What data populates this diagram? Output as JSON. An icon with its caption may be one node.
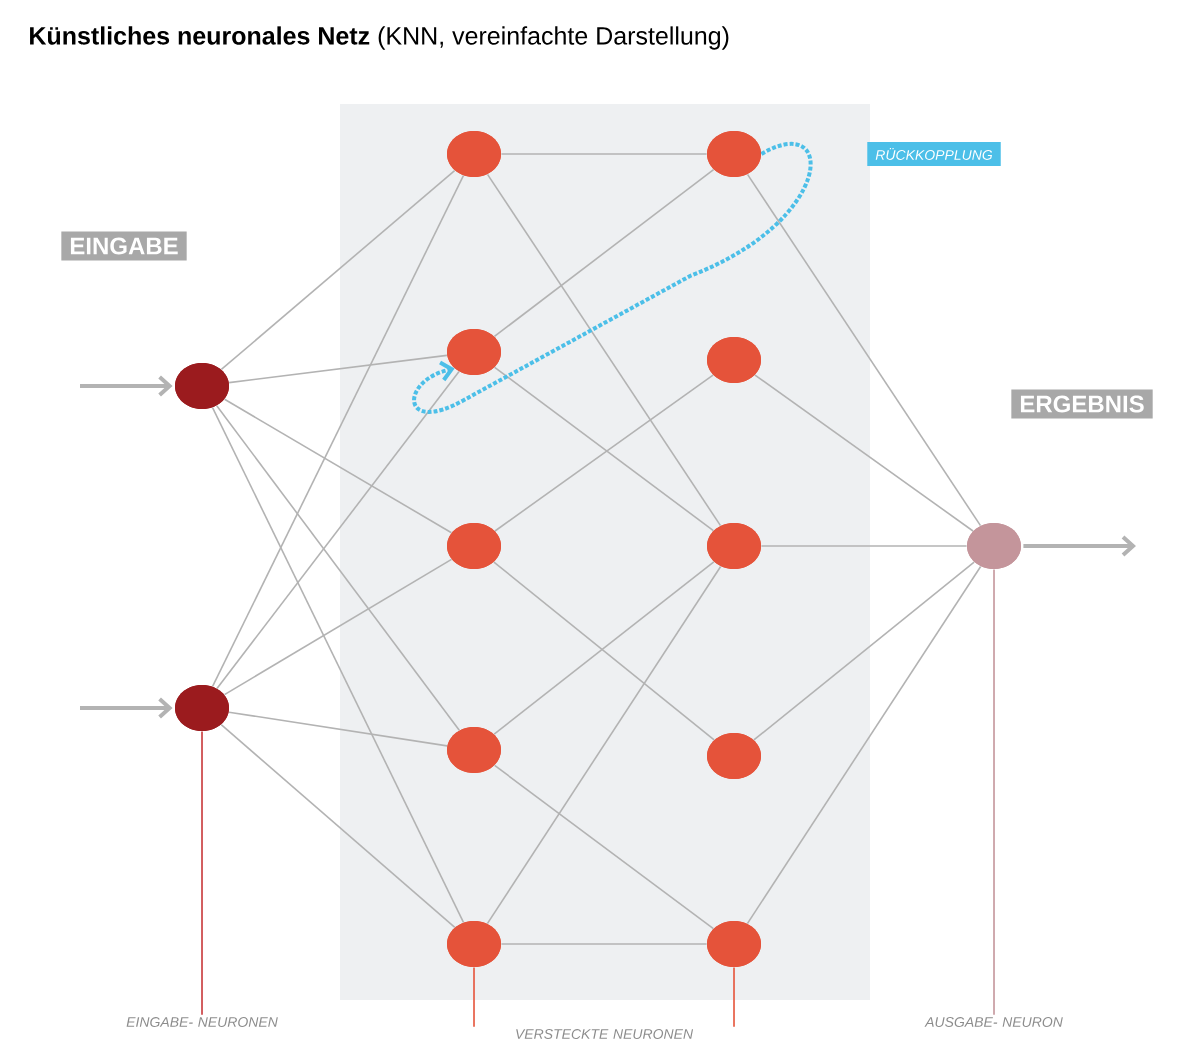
{
  "diagram": {
    "title": "**Künstliches neuronales Netz** (KNN, vereinfachte Darstellung)",
    "nodes": [
      {
        "text": [],
        "shape": "box"
      },
      {
        "text": [],
        "shape": "circle"
      },
      {
        "text": [],
        "shape": "circle"
      },
      {
        "text": [],
        "shape": "circle",
        "in": 0
      },
      {
        "text": [],
        "shape": "circle",
        "in": 0
      },
      {
        "text": [],
        "shape": "circle",
        "in": 0
      },
      {
        "text": [],
        "shape": "circle",
        "in": 0
      },
      {
        "text": [],
        "shape": "circle",
        "in": 0
      },
      {
        "text": [],
        "shape": "circle",
        "in": 0
      },
      {
        "text": [],
        "shape": "circle",
        "in": 0
      },
      {
        "text": [],
        "shape": "circle",
        "in": 0
      },
      {
        "text": [],
        "shape": "circle",
        "in": 0
      },
      {
        "text": [],
        "shape": "circle",
        "in": 0
      },
      {
        "text": [],
        "shape": "circle"
      },
      {
        "text": [
          "EINGABE- NEURONEN"
        ]
      },
      {
        "text": [
          "VERSTECKTE NEURONEN"
        ]
      },
      {
        "text": [
          "AUSGABE- NEURON"
        ]
      }
    ],
    "edges": [
      {
        "from": null,
        "to": 1,
        "arrow": "to"
      },
      {
        "from": null,
        "to": 2,
        "arrow": "to"
      },
      {
        "from": 1,
        "to": 3,
        "arrow": "none"
      },
      {
        "from": 1,
        "to": 4,
        "arrow": "none"
      },
      {
        "from": 1,
        "to": 5,
        "arrow": "none"
      },
      {
        "from": 1,
        "to": 6,
        "arrow": "none"
      },
      {
        "from": 1,
        "to": 7,
        "arrow": "none"
      },
      {
        "from": 2,
        "to": 3,
        "arrow": "none"
      },
      {
        "from": 2,
        "to": 4,
        "arrow": "none"
      },
      {
        "from": 2,
        "to": 5,
        "arrow": "none"
      },
      {
        "from": 2,
        "to": 6,
        "arrow": "none"
      },
      {
        "from": 2,
        "to": 7,
        "arrow": "none"
      },
      {
        "from": 3,
        "to": 8,
        "arrow": "none"
      },
      {
        "from": 3,
        "to": 10,
        "arrow": "none"
      },
      {
        "from": 4,
        "to": 8,
        "arrow": "none"
      },
      {
        "from": 4,
        "to": 10,
        "arrow": "none"
      },
      {
        "from": 5,
        "to": 9,
        "arrow": "none"
      },
      {
        "from": 5,
        "to": 11,
        "arrow": "none"
      },
      {
        "from": 6,
        "to": 10,
        "arrow": "none"
      },
      {
        "from": 6,
        "to": 12,
        "arrow": "none"
      },
      {
        "from": 7,
        "to": 10,
        "arrow": "none"
      },
      {
        "from": 7,
        "to": 12,
        "arrow": "none"
      },
      {
        "from": 8,
        "to": 13,
        "arrow": "none"
      },
      {
        "from": 9,
        "to": 13,
        "arrow": "none"
      },
      {
        "from": 10,
        "to": 13,
        "arrow": "none"
      },
      {
        "from": 11,
        "to": 13,
        "arrow": "none"
      },
      {
        "from": 12,
        "to": 13,
        "arrow": "none"
      },
      {
        "from": 13,
        "to": null,
        "arrow": "to"
      },
      {
        "from": 8,
        "to": 4,
        "arrow": "to",
        "style": "dashed",
        "color": "#4cbfe8",
        "label": "RÜCKKOPPLUNG"
      },
      {
        "from": 14,
        "to": 2,
        "arrow": "none",
        "color": "#c8373a"
      },
      {
        "from": 15,
        "to": 7,
        "arrow": "none",
        "color": "#e5533a"
      },
      {
        "from": 15,
        "to": 12,
        "arrow": "none",
        "color": "#e5533a"
      },
      {
        "from": 16,
        "to": 13,
        "arrow": "none",
        "color": "#c4959b"
      }
    ],
    "labels": [
      "EINGABE",
      "ERGEBNIS"
    ]
  }
}
